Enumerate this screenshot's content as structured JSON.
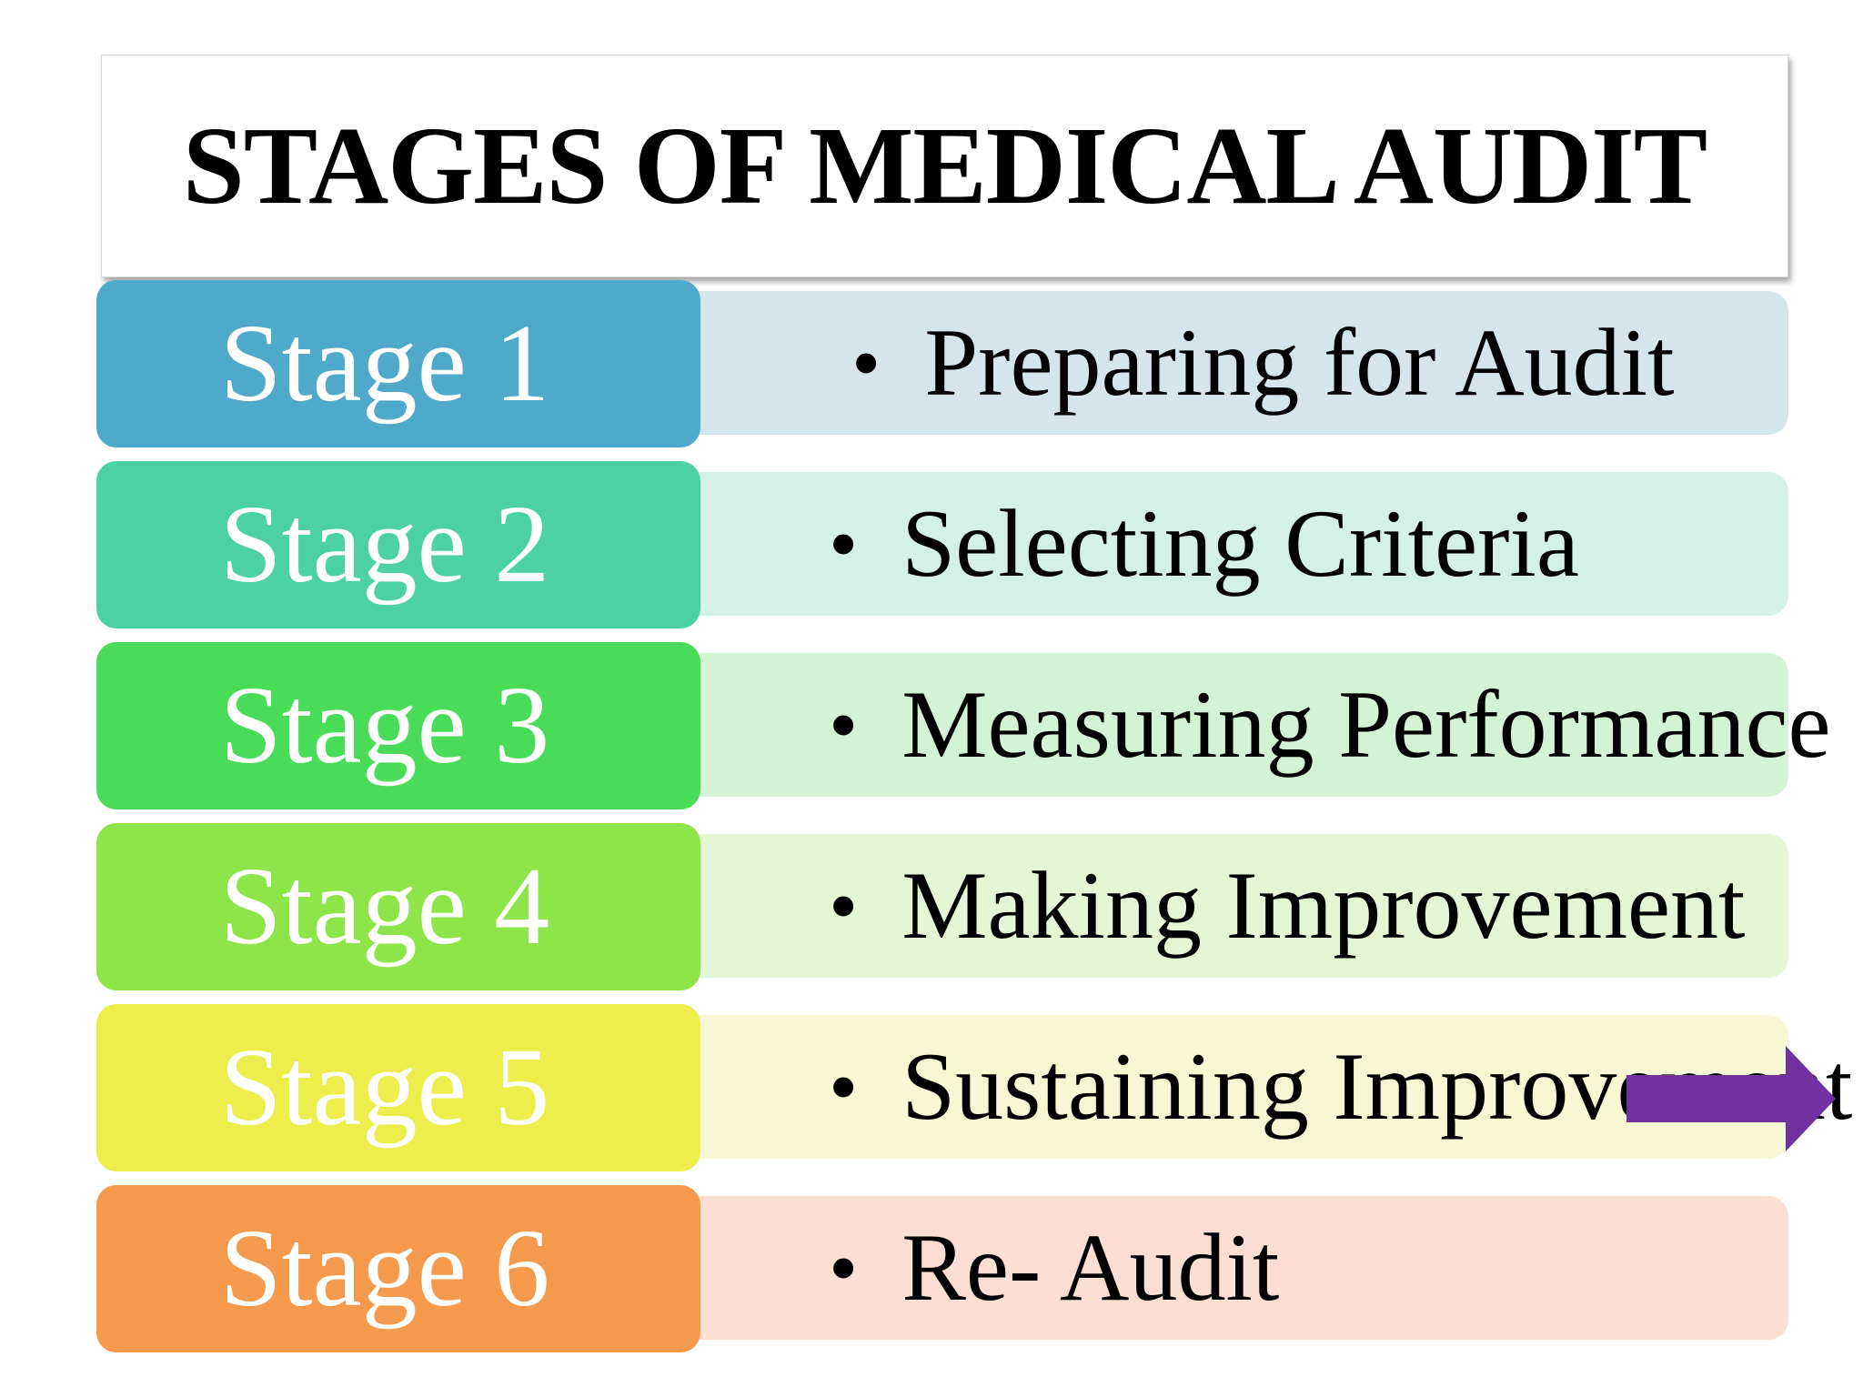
{
  "title": "STAGES OF MEDICAL AUDIT",
  "bullet": "•",
  "stages": [
    {
      "label": "Stage 1",
      "description": "Preparing for Audit",
      "label_color": "#4ea9cb",
      "desc_color": "#d5e5ec"
    },
    {
      "label": "Stage 2",
      "description": "Selecting Criteria",
      "label_color": "#4cd1a4",
      "desc_color": "#d3f1e6"
    },
    {
      "label": "Stage 3",
      "description": "Measuring Performance",
      "label_color": "#48dc58",
      "desc_color": "#d3f3d5"
    },
    {
      "label": "Stage 4",
      "description": "Making Improvement",
      "label_color": "#8de54a",
      "desc_color": "#e5f6d4"
    },
    {
      "label": "Stage 5",
      "description": "Sustaining Improvement",
      "label_color": "#eded4c",
      "desc_color": "#f8f7d4"
    },
    {
      "label": "Stage 6",
      "description": "Re- Audit",
      "label_color": "#f59a4c",
      "desc_color": "#fcdfd2"
    }
  ],
  "arrow": {
    "icon": "right-arrow-icon",
    "color": "#7030a0"
  }
}
